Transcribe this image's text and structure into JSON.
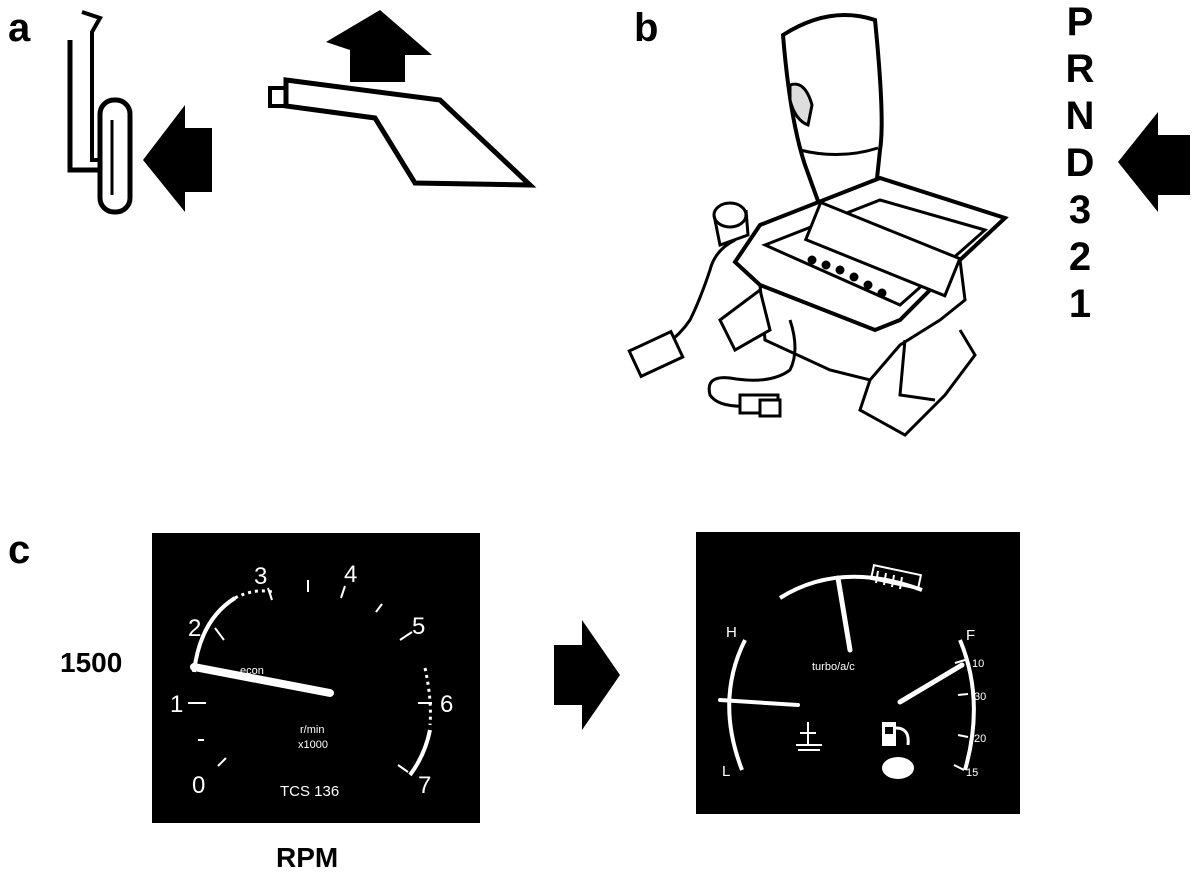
{
  "panels": {
    "a": "a",
    "b": "b",
    "c": "c"
  },
  "gear_positions": [
    "P",
    "R",
    "N",
    "D",
    "3",
    "2",
    "1"
  ],
  "rpm_value_label": "1500",
  "rpm_caption": "RPM",
  "tachometer": {
    "scale_numbers": [
      "0",
      "1",
      "2",
      "3",
      "4",
      "5",
      "6",
      "7"
    ],
    "econ_label": "econ",
    "unit_line1": "r/min",
    "unit_line2": "x1000",
    "model_text": "TCS 136",
    "needle_rpm": 1.0
  },
  "secondary_gauge": {
    "temp_high": "H",
    "temp_low": "L",
    "fuel_full": "F",
    "center_label": "turbo/a/c",
    "fuel_ticks": [
      "10",
      "30",
      "20",
      "15"
    ]
  },
  "colors": {
    "ink": "#000000",
    "paper": "#ffffff",
    "gauge_face": "#000000",
    "gauge_marks": "#ffffff"
  }
}
